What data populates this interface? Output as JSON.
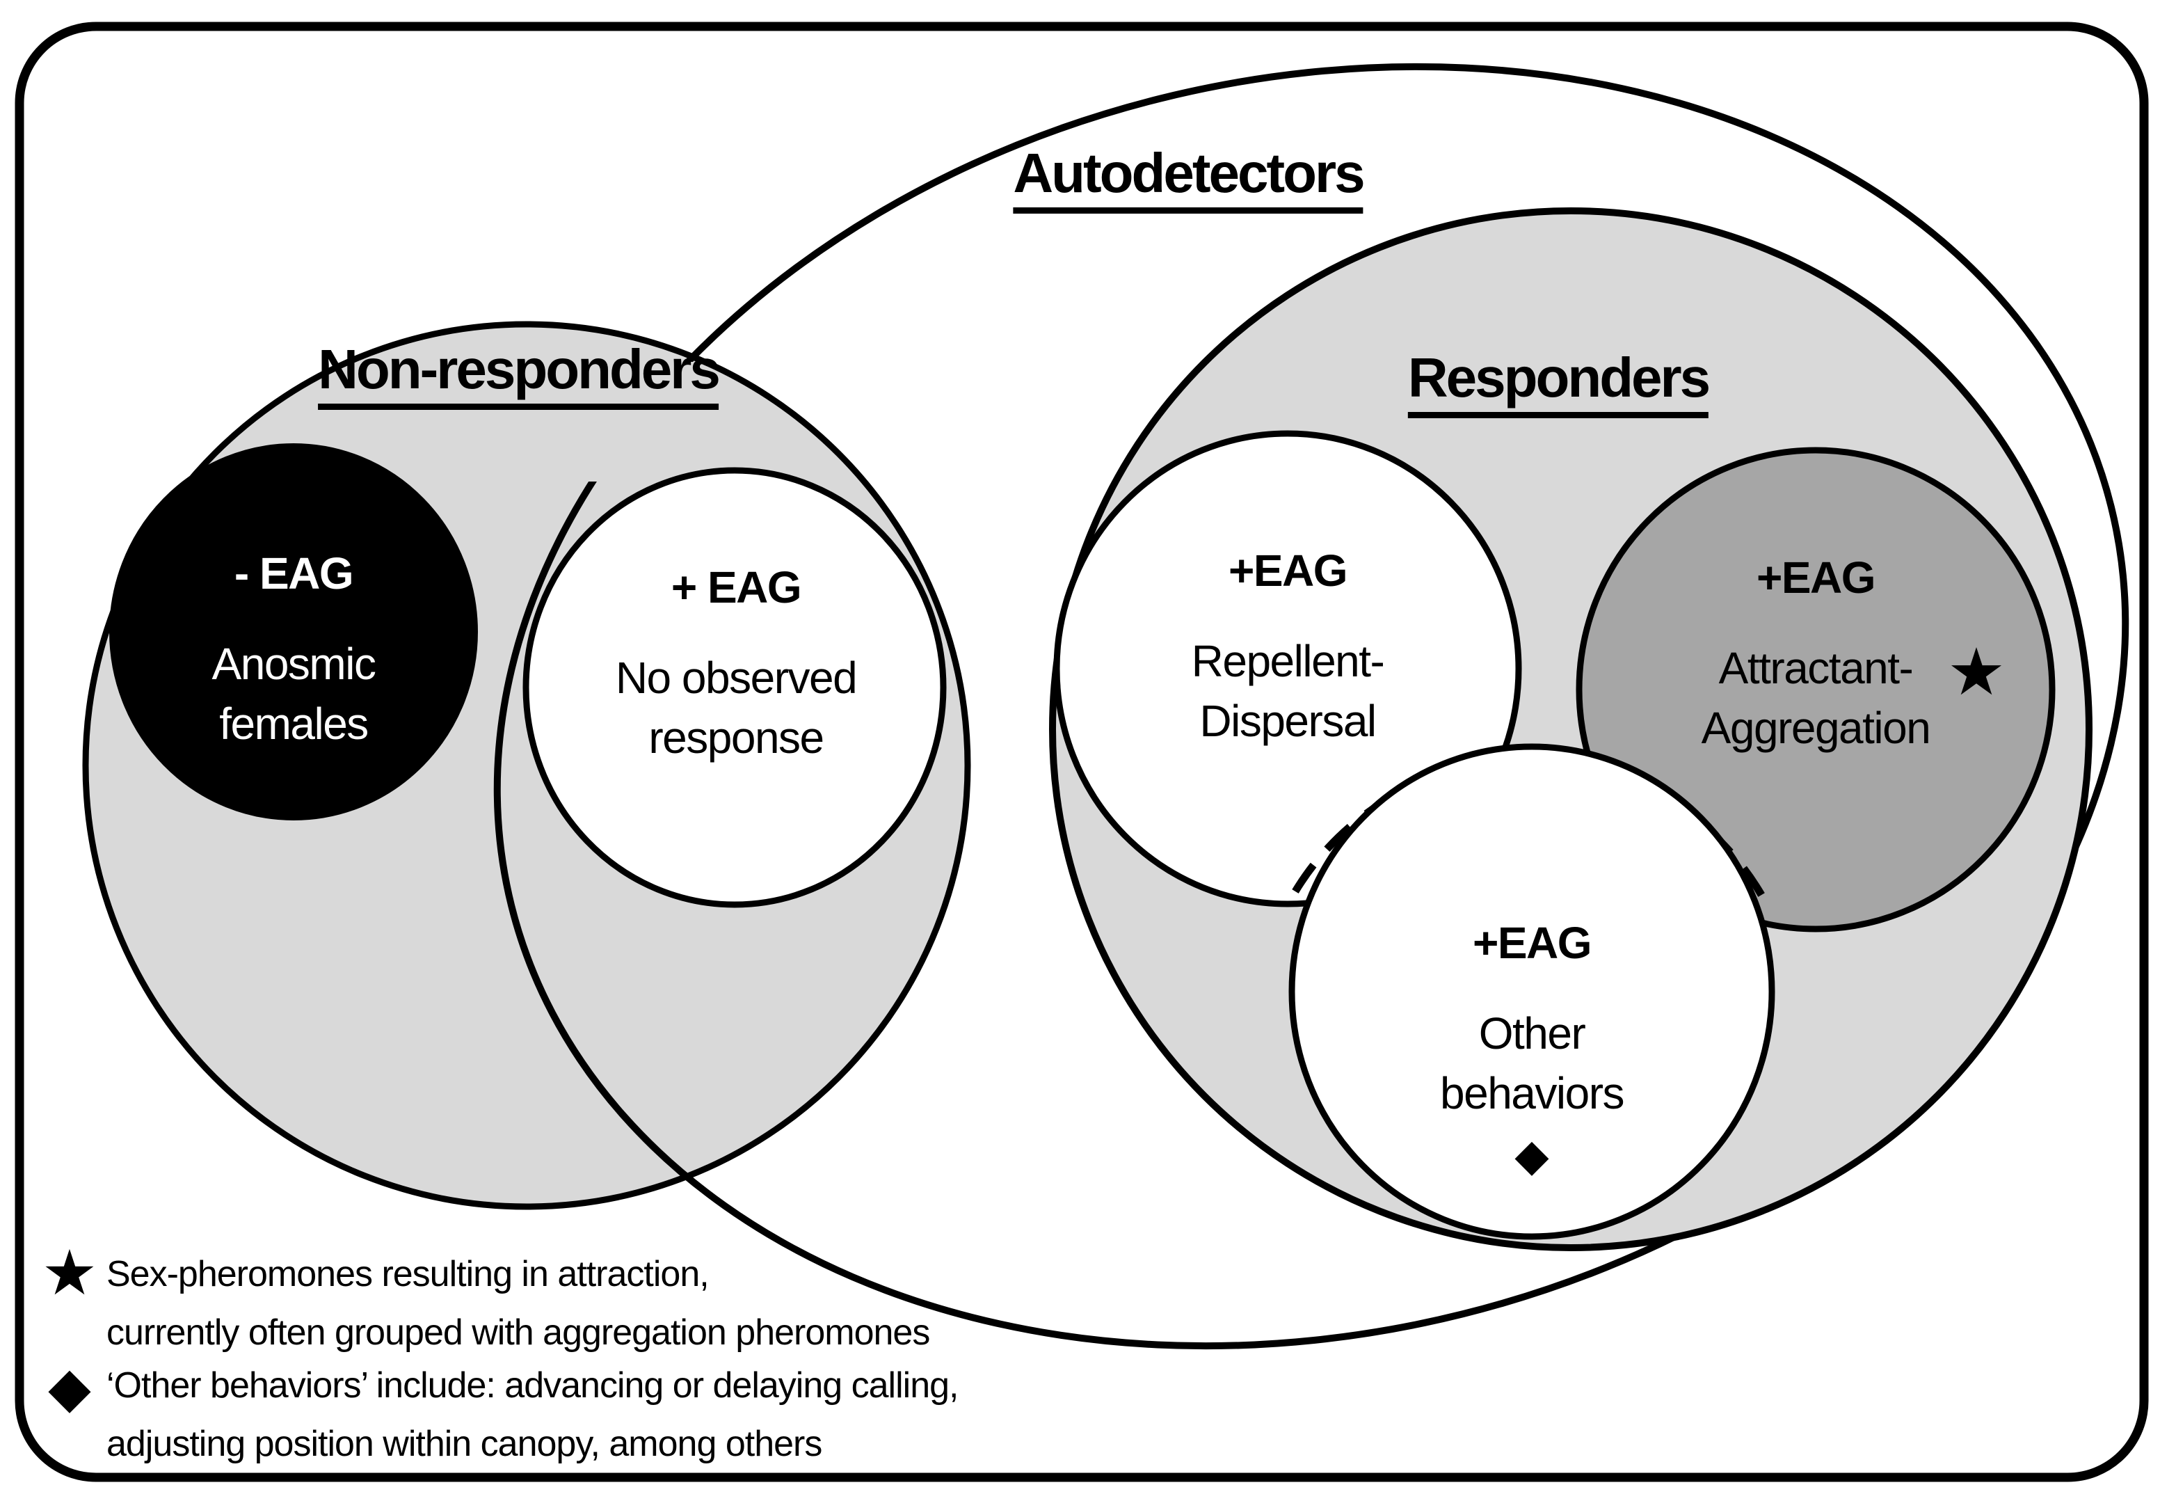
{
  "title": "Autodetectors",
  "groups": {
    "non_responders": {
      "label": "Non-responders"
    },
    "responders": {
      "label": "Responders"
    }
  },
  "sets": {
    "anosmic": {
      "heading": "- EAG",
      "line1": "Anosmic",
      "line2": "females"
    },
    "no_response": {
      "heading": "+ EAG",
      "line1": "No observed",
      "line2": "response"
    },
    "repellent": {
      "heading": "+EAG",
      "line1": "Repellent-",
      "line2": "Dispersal"
    },
    "attractant": {
      "heading": "+EAG",
      "line1": "Attractant-",
      "line2": "Aggregation",
      "marker": "★"
    },
    "other": {
      "heading": "+EAG",
      "line1": "Other",
      "line2": "behaviors",
      "marker": "◆"
    }
  },
  "legend": {
    "item1": {
      "icon": "★",
      "line1": "Sex-pheromones resulting in attraction,",
      "line2": "currently often grouped with aggregation pheromones"
    },
    "item2": {
      "icon": "◆",
      "line1": "‘Other behaviors’ include: advancing or delaying calling,",
      "line2": "adjusting position within canopy, among others"
    }
  },
  "colors": {
    "background": "#ffffff",
    "outline": "#000000",
    "light_gray": "#d9d9d9",
    "dark_gray": "#a6a6a6",
    "black_fill": "#000000",
    "white_fill": "#ffffff"
  }
}
